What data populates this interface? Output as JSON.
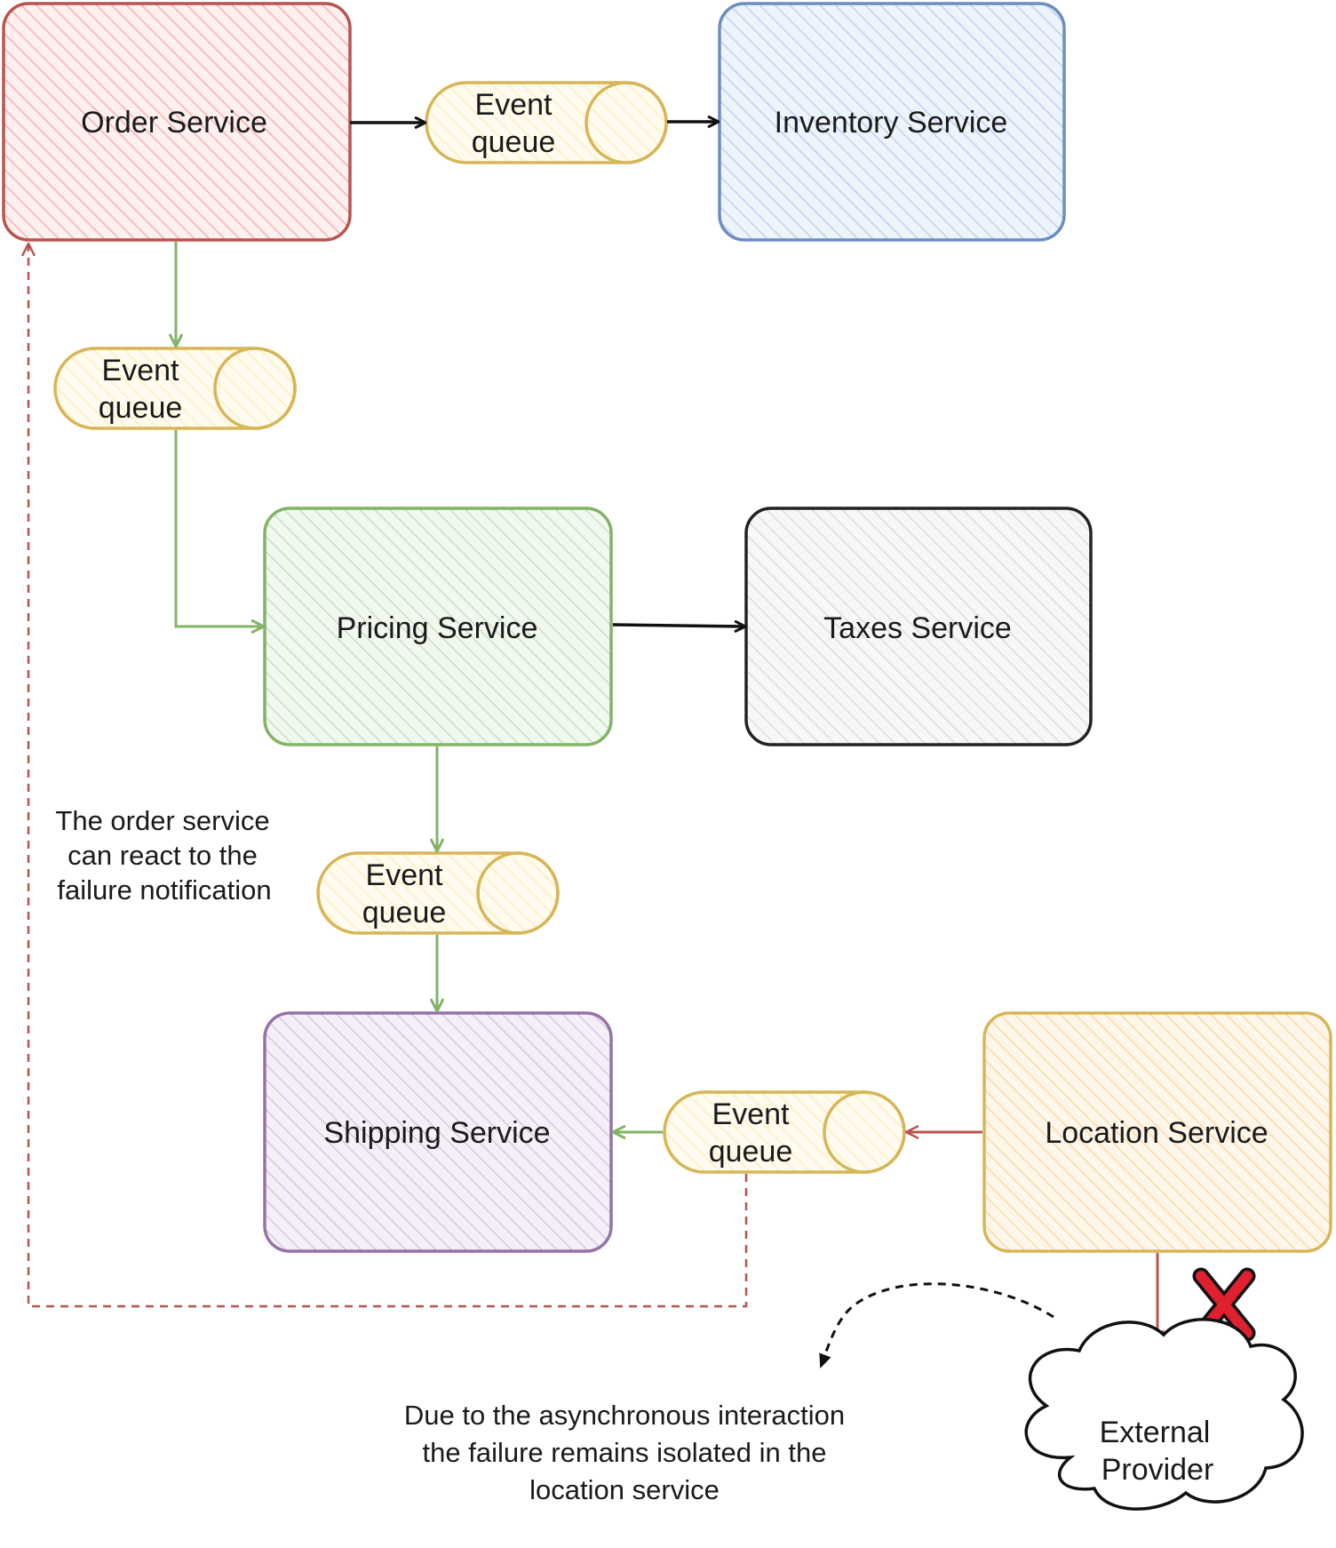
{
  "services": {
    "order": {
      "label": "Order Service",
      "stroke": "#b85450",
      "fill": "#f8cecc"
    },
    "inventory": {
      "label": "Inventory Service",
      "stroke": "#6c8ebf",
      "fill": "#dae8fc"
    },
    "pricing": {
      "label": "Pricing Service",
      "stroke": "#82b366",
      "fill": "#d5e8d4"
    },
    "taxes": {
      "label": "Taxes Service",
      "stroke": "#222222",
      "fill": "#e6e6e6"
    },
    "shipping": {
      "label": "Shipping Service",
      "stroke": "#9673a6",
      "fill": "#e1d5e7"
    },
    "location": {
      "label": "Location Service",
      "stroke": "#d6b656",
      "fill": "#ffe6cc"
    }
  },
  "queues": {
    "top": {
      "line1": "Event",
      "line2": "queue"
    },
    "left": {
      "line1": "Event",
      "line2": "queue"
    },
    "middle": {
      "line1": "Event",
      "line2": "queue"
    },
    "bottom": {
      "line1": "Event",
      "line2": "queue"
    },
    "stroke": "#d6b656",
    "fill": "#fff2cc"
  },
  "external": {
    "line1": "External",
    "line2": "Provider"
  },
  "notes": {
    "order_reaction": [
      "The order service",
      "can react to the",
      "failure notification"
    ],
    "isolation": [
      "Due to the asynchronous interaction",
      "the failure remains isolated in the",
      "location service"
    ]
  },
  "colors": {
    "green_arrow": "#82b366",
    "red_arrow": "#b85450",
    "black_arrow": "#111111",
    "failure_mark": "#e0202e"
  },
  "icons": {
    "failure": "x-mark-icon"
  }
}
